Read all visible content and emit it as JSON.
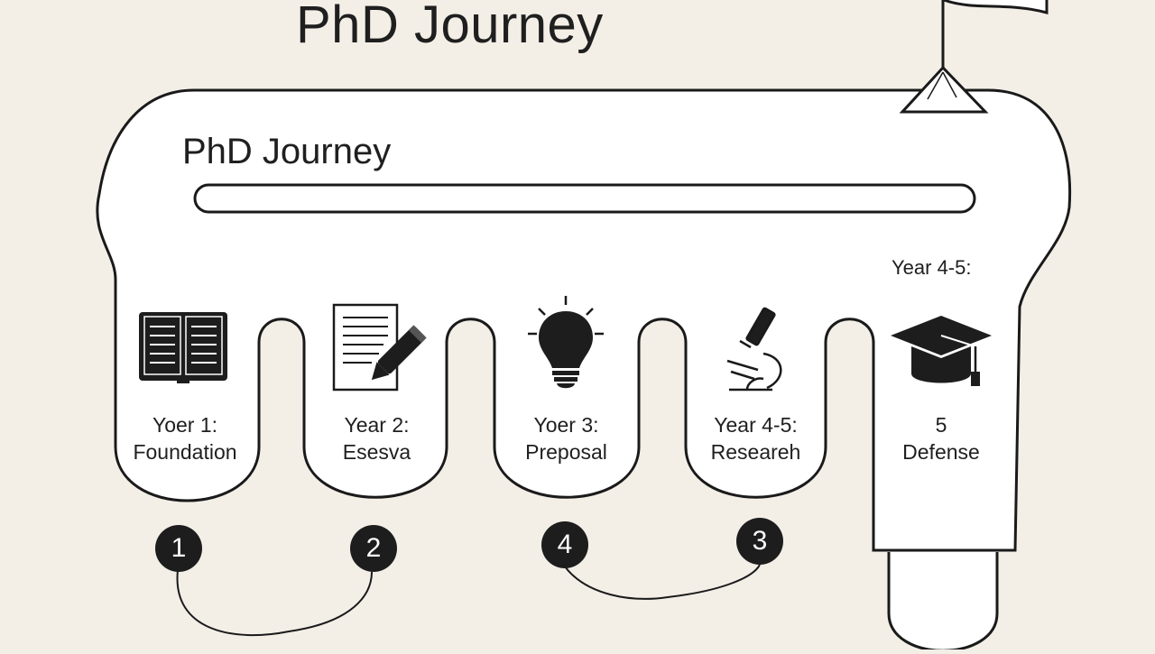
{
  "title": "PhD Journey",
  "inner_title": "PhD Journey",
  "top_note": "Year 4-5:",
  "stages": [
    {
      "line1": "Yoer 1:",
      "line2": "Foundation",
      "icon": "book-icon"
    },
    {
      "line1": "Year 2:",
      "line2": "Esesva",
      "icon": "document-pen-icon"
    },
    {
      "line1": "Yoer 3:",
      "line2": "Preposal",
      "icon": "lightbulb-icon"
    },
    {
      "line1": "Year 4-5:",
      "line2": "Researeh",
      "icon": "microscope-icon"
    },
    {
      "line1": "5",
      "line2": "Defense",
      "icon": "graduation-cap-icon"
    }
  ],
  "badges": [
    "1",
    "2",
    "4",
    "3"
  ],
  "end_icon": "flag-icon",
  "colors": {
    "background": "#f3efe7",
    "shape_fill": "#ffffff",
    "stroke": "#1a1a1a",
    "badge": "#1d1d1d"
  }
}
